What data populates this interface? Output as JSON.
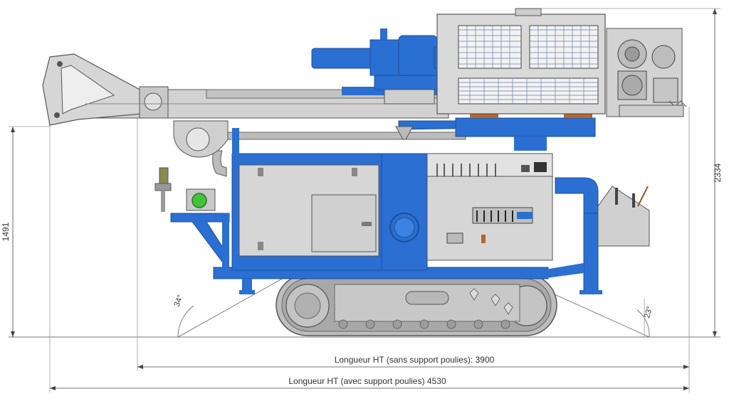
{
  "dimensions": {
    "total_height": "2334",
    "working_height": "1491",
    "angle_left": "34°",
    "angle_right": "23°",
    "length_without_pulley_support": "Longueur HT (sans support poulies): 3900",
    "length_with_pulley_support": "Longueur HT (avec support poulies) 4530"
  },
  "colors": {
    "machine_blue": "#2a6fd1",
    "frame_gray": "#c9c9c9",
    "panel_gray": "#d6d6d6",
    "outline": "#555555",
    "track_gray": "#9a9a9a",
    "indicator_green": "#44c23a",
    "accent_orange": "#b5652c"
  }
}
